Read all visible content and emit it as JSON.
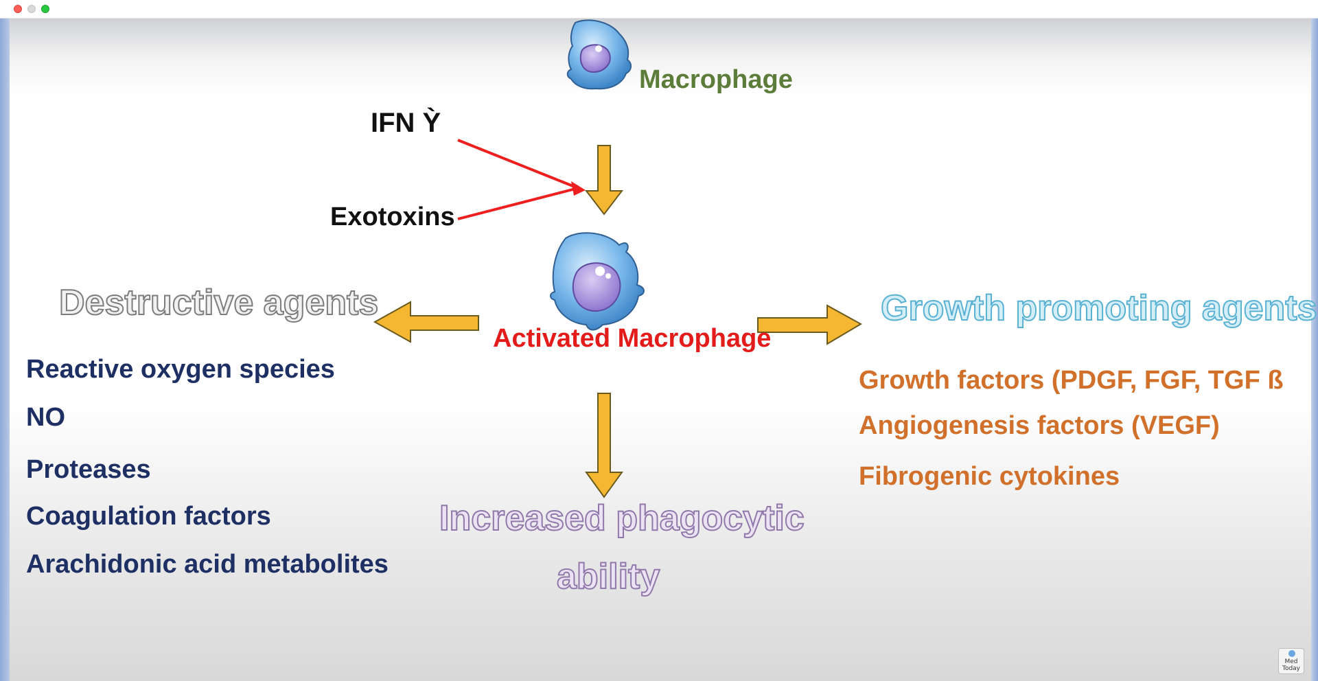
{
  "diagram": {
    "top_cell_label": "Macrophage",
    "inputs": [
      "IFN Ỳ",
      "Exotoxins"
    ],
    "center_cell_label": "Activated Macrophage",
    "left_heading": "Destructive agents",
    "left_items": [
      "Reactive oxygen species",
      "NO",
      "Proteases",
      "Coagulation factors",
      "Arachidonic acid metabolites"
    ],
    "right_heading": "Growth promoting agents",
    "right_items": [
      "Growth factors (PDGF, FGF, TGF ß",
      "Angiogenesis factors (VEGF)",
      "Fibrogenic cytokines"
    ],
    "bottom_heading_line1": "Increased phagocytic",
    "bottom_heading_line2": "ability"
  },
  "logo": {
    "line1": "Med",
    "line2": "Today"
  },
  "colors": {
    "macrophage_label": "#5c7d3a",
    "activated_label": "#e41b1b",
    "arrow_fill": "#f5b731",
    "input_arrow": "#ee1f1f",
    "destructive_items": "#1e2f64",
    "growth_items": "#d1702a",
    "growth_title": "#58b1d2",
    "phagocytic_title": "#9078aa",
    "cell_body": "#5a9fdc",
    "nucleus": "#9d85d6"
  }
}
